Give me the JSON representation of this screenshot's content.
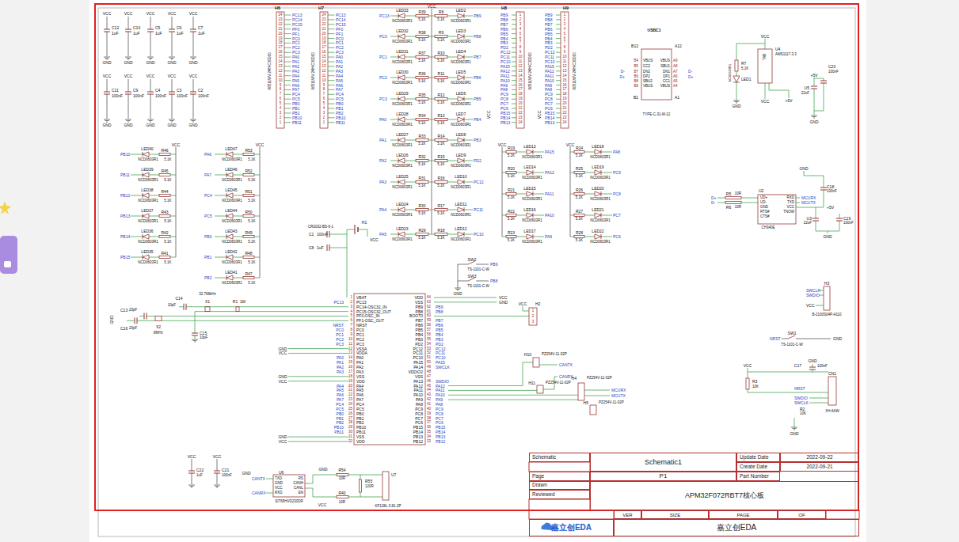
{
  "diagram": {
    "nodes": [
      {
        "text": [
          "Schematic"
        ]
      },
      {
        "text": [
          "Schematic1"
        ]
      },
      {
        "text": [
          "Update Date"
        ]
      },
      {
        "text": [
          "2022-09-22"
        ]
      },
      {
        "text": [
          "Create Date"
        ]
      },
      {
        "text": [
          "2022-09-21"
        ]
      },
      {
        "text": [
          "Page"
        ]
      },
      {
        "text": [
          "P1"
        ]
      },
      {
        "text": [
          "Part Number"
        ]
      },
      {
        "text": [
          "Drawn"
        ]
      },
      {
        "text": [
          "Reviewed"
        ]
      },
      {
        "text": [
          "APM32F072RBT7核心板"
        ]
      },
      {
        "text": [
          "VER"
        ]
      },
      {
        "text": [
          "SIZE"
        ]
      },
      {
        "text": [
          "PAGE"
        ]
      },
      {
        "text": [
          "OF"
        ]
      },
      {
        "text": [
          "嘉立创EDA"
        ]
      },
      {
        "text": [
          "嘉立创EDA"
        ]
      }
    ],
    "labels": [
      "VCC",
      "C12",
      "1uF",
      "GND",
      "VCC",
      "C10",
      "1uF",
      "GND",
      "VCC",
      "C5",
      "1uF",
      "GND",
      "VCC",
      "C6",
      "1uF",
      "GND",
      "VCC",
      "C7",
      "1uF",
      "GND",
      "VCC",
      "C11",
      "100nF",
      "GND",
      "VCC",
      "C9",
      "100nF",
      "GND",
      "VCC",
      "C4",
      "100nF",
      "GND",
      "VCC",
      "C3",
      "100nF",
      "GND",
      "VCC",
      "C2",
      "100nF",
      "GND",
      "H6",
      "X6511WV-24H-C30D00",
      "24",
      "PC13",
      "23",
      "PC14",
      "22",
      "PC15",
      "21",
      "PF0",
      "20",
      "PF1",
      "19",
      "PC0",
      "18",
      "PC1",
      "17",
      "PC2",
      "16",
      "PC3",
      "15",
      "PA0",
      "14",
      "PA1",
      "13",
      "PA2",
      "12",
      "PA3",
      "11",
      "PA4",
      "10",
      "PA5",
      "9",
      "PA6",
      "8",
      "PA7",
      "7",
      "PC4",
      "6",
      "PC5",
      "5",
      "PB0",
      "4",
      "PB1",
      "3",
      "PB2",
      "2",
      "PB10",
      "1",
      "PB11",
      "H7",
      "X6511WV-24H-C30D00",
      "24",
      "PC13",
      "23",
      "PC14",
      "22",
      "PC15",
      "21",
      "PF0",
      "20",
      "PF1",
      "19",
      "PC0",
      "18",
      "PC1",
      "17",
      "PC2",
      "16",
      "PC3",
      "15",
      "PA0",
      "14",
      "PA1",
      "13",
      "PA2",
      "12",
      "PA3",
      "11",
      "PA4",
      "10",
      "PA5",
      "9",
      "PA6",
      "8",
      "PA7",
      "7",
      "PC4",
      "6",
      "PC5",
      "5",
      "PB0",
      "4",
      "PB1",
      "3",
      "PB2",
      "2",
      "PB10",
      "1",
      "PB11",
      "H8",
      "X6511WV-24H-C30D00",
      "PB9",
      "1",
      "PB8",
      "2",
      "PB7",
      "3",
      "PB6",
      "4",
      "PB5",
      "5",
      "PB4",
      "6",
      "PB3",
      "7",
      "PD2",
      "8",
      "PC12",
      "9",
      "PC11",
      "10",
      "PC10",
      "11",
      "PA15",
      "12",
      "PA12",
      "13",
      "PA11",
      "14",
      "PA10",
      "15",
      "PA9",
      "16",
      "PA8",
      "17",
      "PC9",
      "18",
      "PC8",
      "19",
      "PC7",
      "20",
      "PC6",
      "21",
      "PB15",
      "22",
      "PB14",
      "23",
      "PB13",
      "24",
      "H9",
      "X6511WV-24H-C30D00",
      "PB9",
      "1",
      "PB8",
      "2",
      "PB7",
      "3",
      "PB6",
      "4",
      "PB5",
      "5",
      "PB4",
      "6",
      "PB3",
      "7",
      "PD2",
      "8",
      "PC12",
      "9",
      "PC11",
      "10",
      "PC10",
      "11",
      "PA15",
      "12",
      "PA12",
      "13",
      "PA11",
      "14",
      "PA10",
      "15",
      "PA9",
      "16",
      "PA8",
      "17",
      "PC9",
      "18",
      "PC8",
      "19",
      "PC7",
      "20",
      "PC6",
      "21",
      "PB15",
      "22",
      "PB14",
      "23",
      "PB13",
      "24",
      "VCC",
      "PC13",
      "LED33",
      "NCD0603R1",
      "R39",
      "5.1K",
      "R8",
      "5.1K",
      "LED2",
      "NCD0603R1",
      "PB9",
      "PC0",
      "LED32",
      "NCD0603R1",
      "R38",
      "5.1K",
      "R9",
      "5.1K",
      "LED3",
      "NCD0603R1",
      "PB8",
      "PC1",
      "LED31",
      "NCD0603R1",
      "R37",
      "5.1K",
      "R10",
      "5.1K",
      "LED4",
      "NCD0603R1",
      "PB7",
      "PC2",
      "LED30",
      "NCD0603R1",
      "R36",
      "5.1K",
      "R11",
      "5.1K",
      "LED5",
      "NCD0603R1",
      "PB6",
      "PC3",
      "LED29",
      "NCD0603R1",
      "R35",
      "5.1K",
      "R12",
      "5.1K",
      "LED6",
      "NCD0603R1",
      "PB5",
      "PA0",
      "LED28",
      "NCD0603R1",
      "R34",
      "5.1K",
      "R13",
      "5.1K",
      "LED7",
      "NCD0603R1",
      "PB4",
      "PA1",
      "LED27",
      "NCD0603R1",
      "R33",
      "5.1K",
      "R14",
      "5.1K",
      "LED8",
      "NCD0603R1",
      "PB3",
      "PA2",
      "LED26",
      "NCD0603R1",
      "R32",
      "5.1K",
      "R15",
      "5.1K",
      "LED9",
      "NCD0603R1",
      "PD2",
      "PA3",
      "LED25",
      "NCD0603R1",
      "R31",
      "5.1K",
      "R16",
      "5.1K",
      "LED10",
      "NCD0603R1",
      "PC12",
      "PA4",
      "LED24",
      "NCD0603R1",
      "R30",
      "5.1K",
      "R17",
      "5.1K",
      "LED11",
      "NCD0603R1",
      "PC11",
      "PA5",
      "LED23",
      "NCD0603R1",
      "R29",
      "5.1K",
      "R18",
      "5.1K",
      "LED12",
      "NCD0603R1",
      "PC10",
      "VCC",
      "R19",
      "5.1K",
      "LED13",
      "NCD0603R1",
      "PA15",
      "R20",
      "5.1K",
      "LED14",
      "NCD0603R1",
      "PA12",
      "R21",
      "5.1K",
      "LED15",
      "NCD0603R1",
      "PA11",
      "R22",
      "5.1K",
      "LED16",
      "NCD0603R1",
      "PA10",
      "R23",
      "5.1K",
      "LED17",
      "NCD0603R1",
      "PA9",
      "VCC",
      "R24",
      "5.1K",
      "LED18",
      "NCD0603R1",
      "PA8",
      "R25",
      "5.1K",
      "LED19",
      "NCD0603R1",
      "PC9",
      "R26",
      "5.1K",
      "LED20",
      "NCD0603R1",
      "PC8",
      "R27",
      "5.1K",
      "LED21",
      "NCD0603R1",
      "PC7",
      "R28",
      "5.1K",
      "LED22",
      "NCD0603R1",
      "PC6",
      "VCC",
      "PB10",
      "LED40",
      "NCD0603R1",
      "R46",
      "5.1K",
      "PB11",
      "LED39",
      "NCD0603R1",
      "R45",
      "5.1K",
      "PB12",
      "LED38",
      "NCD0603R1",
      "R44",
      "5.1K",
      "PB13",
      "LED37",
      "NCD0603R1",
      "R43",
      "5.1K",
      "PB14",
      "LED36",
      "NCD0603R1",
      "R42",
      "5.1K",
      "PB15",
      "LED35",
      "NCD0603R1",
      "R41",
      "5.1K",
      "VCC",
      "PA6",
      "LED47",
      "NCD0603R1",
      "R53",
      "5.1K",
      "PA7",
      "LED46",
      "NCD0603R1",
      "R52",
      "5.1K",
      "PC4",
      "LED45",
      "NCD0603R1",
      "R51",
      "5.1K",
      "PC5",
      "LED44",
      "NCD0603R1",
      "R50",
      "5.1K",
      "PB0",
      "LED43",
      "NCD0603R1",
      "R49",
      "5.1K",
      "PB1",
      "LED42",
      "NCD0603R1",
      "R48",
      "5.1K",
      "PB2",
      "LED41",
      "NCD0603R1",
      "R47",
      "5.1K",
      "CR2032-BS-6-1",
      "H1",
      "C1",
      "100nF",
      "C8",
      "1uF",
      "VCC",
      "SW2",
      "PB9",
      "TS-1101-C-W",
      "SW3",
      "PB8",
      "TS-1101-C-W",
      "GND",
      "1",
      "VBAT",
      "2",
      "PC13",
      "3",
      "PC14-OSC32_IN",
      "4",
      "PC15-OSC32_OUT",
      "5",
      "PF0-OSC_IN",
      "6",
      "PF1-OSC_OUT",
      "7",
      "NRST",
      "8",
      "PC0",
      "9",
      "PC1",
      "10",
      "PC2",
      "11",
      "PC3",
      "12",
      "VSSA",
      "13",
      "VDDA",
      "14",
      "PA0",
      "15",
      "PA1",
      "16",
      "PA2",
      "17",
      "PA3",
      "18",
      "VSS",
      "19",
      "VDD",
      "20",
      "PA4",
      "21",
      "PA5",
      "22",
      "PA6",
      "23",
      "PA7",
      "24",
      "PC4",
      "25",
      "PC5",
      "26",
      "PB0",
      "27",
      "PB1",
      "28",
      "PB2",
      "29",
      "PB10",
      "30",
      "PB11",
      "31",
      "VSS",
      "32",
      "VDD",
      "64",
      "VDD",
      "63",
      "VSS",
      "62",
      "PB9",
      "61",
      "PB8",
      "60",
      "BOOT0",
      "59",
      "PB7",
      "58",
      "PB6",
      "57",
      "PB5",
      "56",
      "PB4",
      "55",
      "PB3",
      "54",
      "PD2",
      "53",
      "PC12",
      "52",
      "PC11",
      "51",
      "PC10",
      "50",
      "PA15",
      "49",
      "PA14",
      "48",
      "VDDIO2",
      "47",
      "VSS",
      "46",
      "PA13",
      "45",
      "PA12",
      "44",
      "PA11",
      "43",
      "PA10",
      "42",
      "PA9",
      "41",
      "PA8",
      "40",
      "PC9",
      "39",
      "PC8",
      "38",
      "PC7",
      "37",
      "PC6",
      "36",
      "PB15",
      "35",
      "PB14",
      "34",
      "PB13",
      "33",
      "PB12",
      "PC13",
      "NRST",
      "PC0",
      "PC1",
      "PC2",
      "PC3",
      "PA0",
      "PA1",
      "PA2",
      "PA3",
      "PA4",
      "PA5",
      "PA6",
      "PA7",
      "PC4",
      "PC5",
      "PB0",
      "PB1",
      "PB2",
      "PB10",
      "PB11",
      "PB9",
      "PB8",
      "PB7",
      "PB6",
      "PB5",
      "PB4",
      "PB3",
      "PD2",
      "PC12",
      "PC11",
      "PC10",
      "PA15",
      "SWCLK",
      "SWDIO",
      "PA12",
      "PA11",
      "PA10",
      "PA9",
      "PA8",
      "PC9",
      "PC8",
      "PC7",
      "PC6",
      "PB15",
      "PB14",
      "PB13",
      "PB12",
      "GND",
      "VCC",
      "GND",
      "VCC",
      "GND",
      "VCC",
      "VCC",
      "GND",
      "C14",
      "10pF",
      "32.768kHz",
      "R1",
      "1M",
      "C15",
      "10pF",
      "X1",
      "C13",
      "20pF",
      "X2",
      "8MHz",
      "C16",
      "20pF",
      "GND",
      "VCC",
      "H2",
      "1",
      "2",
      "3",
      "H10",
      "PZ254V-11-02P",
      "CANTX",
      "CANRX",
      "H11",
      "PZ254V-11-02P",
      "H4",
      "PZ254V-11-02P",
      "MCURX",
      "MCUTX",
      "H5",
      "PZ254V-11-02P",
      "H3",
      "SWCLK",
      "SWDIO",
      "VCC",
      "B-2100S04P-A110",
      "SW1",
      "NRST",
      "TS-1101-C-W",
      "GND",
      "VCC",
      "R3",
      "10K",
      "GND",
      "C17",
      "100nF",
      "NRST",
      "SWDIO",
      "SWCLK",
      "R2",
      "10K",
      "GND",
      "CN1",
      "XH-6AW",
      "USBC1",
      "B12",
      "A12",
      "B4",
      "VBUS",
      "B5",
      "CC2",
      "B7",
      "DN2",
      "B6",
      "DP2",
      "B8",
      "SBU2",
      "B9",
      "VBUS",
      "VBUS",
      "A9",
      "SBU1",
      "A8",
      "DN1",
      "A7",
      "DP1",
      "A6",
      "CC1",
      "A5",
      "VBUS",
      "A4",
      "B1",
      "A1",
      "TYPE-C-31-M-12",
      "D-",
      "D+",
      "D-",
      "D+",
      "VCC",
      "U4",
      "AMS1117-3.3",
      "TAB",
      "R7",
      "5.1K",
      "LED1",
      "NCD0603R1",
      "GND",
      "VCC",
      "+5V",
      "+5V",
      "C20",
      "100nF",
      "U5",
      "22uF",
      "GND",
      "D+",
      "D-",
      "R5",
      "10R",
      "R6",
      "10R",
      "U2",
      "UD+",
      "UD-",
      "GND",
      "RTS#",
      "CTS#",
      "RXD",
      "TXD",
      "VCC",
      "TNOW",
      "MCURX",
      "MCUTX",
      "CH340E",
      "GND",
      "C18",
      "100nF",
      "U3",
      "22uF",
      "C19",
      "100nF",
      "+5V",
      "GND",
      "VCC",
      "C22",
      "1uF",
      "VCC",
      "C21",
      "100nF",
      "GND",
      "CANTX",
      "CANRX",
      "U6",
      "TXD",
      "GND",
      "VCC",
      "RXD",
      "RS",
      "CANH",
      "CANL",
      "EN",
      "SIT65HVD230DR",
      "GND",
      "VCC",
      "R54",
      "10R",
      "R55",
      "120R",
      "R40",
      "10R",
      "U7",
      "KF128L-3.81-2P",
      "VCC",
      "VCC"
    ]
  }
}
